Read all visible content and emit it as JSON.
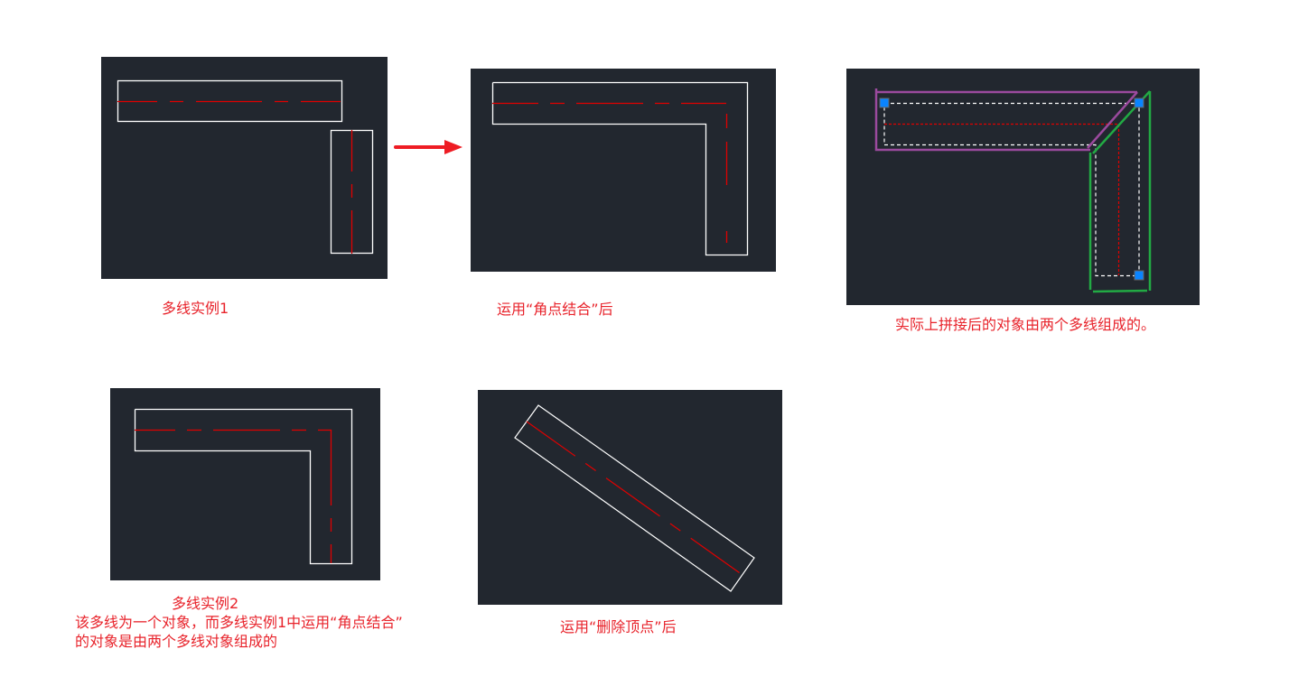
{
  "colors": {
    "canvas_bg": "#22272f",
    "outline": "#ffffff",
    "centerline": "#e00000",
    "caption": "#e8232b",
    "arrow": "#ee1c24",
    "multiline_a_highlight": "#9b4a9e",
    "multiline_b_highlight": "#22aa44",
    "grip": "#0a84ff"
  },
  "panels": [
    {
      "id": "example-1",
      "caption": "多线实例1",
      "description": "Two separate multiline segments: horizontal and vertical, each white outline with red dash-dot centerline"
    },
    {
      "id": "corner-joint-result",
      "caption": "运用“角点结合”后",
      "description": "Multilines joined at corner into L-shape"
    },
    {
      "id": "two-objects-selected",
      "caption": "实际上拼接后的对象由两个多线组成的。",
      "description": "Selected joined object showing two multilines highlighted in purple and green with blue grips",
      "grips": 3
    },
    {
      "id": "example-2",
      "caption_title": "多线实例2",
      "caption_lines": [
        "该多线为一个对象，而多线实例1中运用“角点结合”",
        "的对象是由两个多线对象组成的"
      ],
      "description": "Single L-shaped multiline object"
    },
    {
      "id": "delete-vertex-result",
      "caption": "运用“删除顶点”后",
      "description": "Multiline becomes single diagonal segment after deleting vertex"
    }
  ],
  "arrow": {
    "direction": "right",
    "label": ""
  }
}
